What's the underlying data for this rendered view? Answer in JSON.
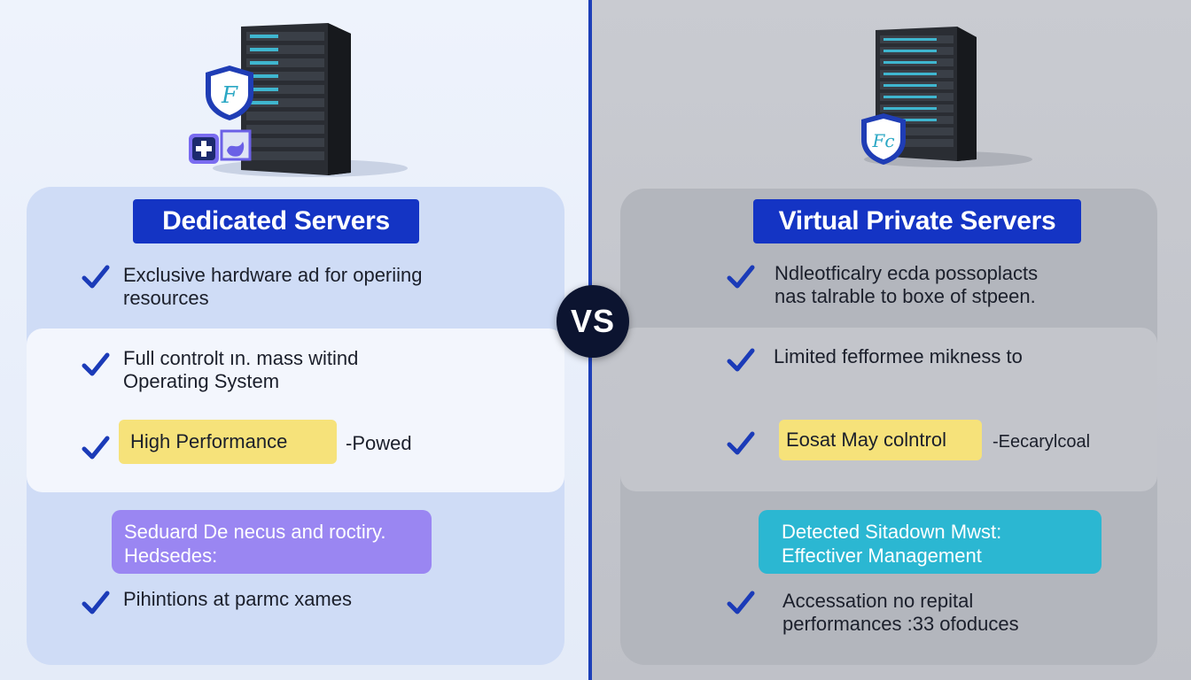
{
  "vs_label": "VS",
  "left": {
    "title": "Dedicated Servers",
    "items": [
      {
        "text_line1": "Exclusive hardware ad for operiing",
        "text_line2": "resources"
      },
      {
        "text_line1": "Full controlt ın. mass witind",
        "text_line2": "Operating System"
      },
      {
        "highlight": "High Performance",
        "suffix": "-Powed"
      },
      {
        "callout_line1": "Seduard De necus and roctiry.",
        "callout_line2": "Hedsedes:"
      },
      {
        "text_line1": "Pihintions at parmc xames"
      }
    ],
    "logo_text": "F"
  },
  "right": {
    "title": "Virtual Private Servers",
    "items": [
      {
        "text_line1": "Ndleotficalry ecda possoplacts",
        "text_line2": "nas talrable to boxe of stpeen."
      },
      {
        "text_line1": "Limited fefformee mikness to"
      },
      {
        "highlight": "Eosat May colntrol",
        "suffix": "-Eecarylcoal"
      },
      {
        "callout_line1": "Detected Sitadown Mwst:",
        "callout_line2": "Effectiver Management"
      },
      {
        "text_line1": "Accessation no repital",
        "text_line2": "performances :33 ofoduces"
      }
    ],
    "logo_text": "Fc"
  },
  "colors": {
    "accent_blue": "#1434c4",
    "check_blue": "#1b3bb8",
    "highlight_yellow": "#f6e27a",
    "callout_purple": "#9a86f2",
    "callout_cyan": "#2bb7d2",
    "vs_dark": "#0c1430"
  },
  "icons": [
    "server-rack-icon",
    "shield-icon",
    "plus-icon",
    "puzzle-icon",
    "checkmark-icon"
  ]
}
